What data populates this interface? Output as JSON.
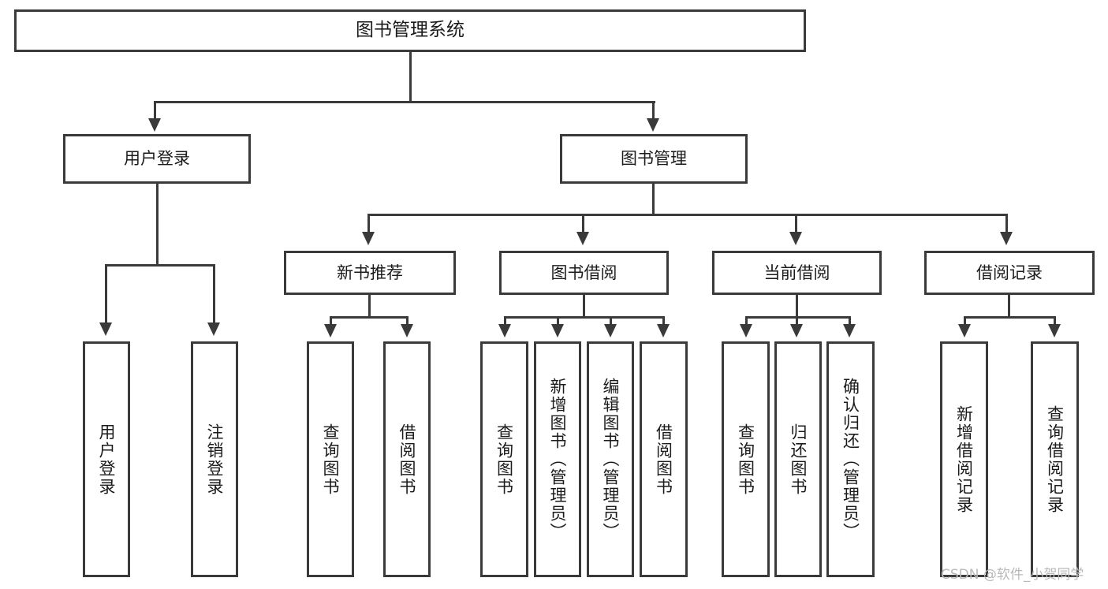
{
  "diagram": {
    "type": "tree-hierarchy",
    "title": "图书管理系统",
    "root": {
      "label": "图书管理系统"
    },
    "level2": [
      {
        "id": "user-login",
        "label": "用户登录"
      },
      {
        "id": "book-management",
        "label": "图书管理"
      }
    ],
    "level3": [
      {
        "id": "new-book-recommend",
        "label": "新书推荐"
      },
      {
        "id": "book-borrow",
        "label": "图书借阅"
      },
      {
        "id": "current-borrow",
        "label": "当前借阅"
      },
      {
        "id": "borrow-record",
        "label": "借阅记录"
      }
    ],
    "leaves": [
      {
        "id": "leaf-user-login",
        "parent": "user-login",
        "label": "用户登录"
      },
      {
        "id": "leaf-logout-login",
        "parent": "user-login",
        "label": "注销登录"
      },
      {
        "id": "leaf-query-book-1",
        "parent": "new-book-recommend",
        "label": "查询图书"
      },
      {
        "id": "leaf-borrow-book-1",
        "parent": "new-book-recommend",
        "label": "借阅图书"
      },
      {
        "id": "leaf-query-book-2",
        "parent": "book-borrow",
        "label": "查询图书"
      },
      {
        "id": "leaf-add-book",
        "parent": "book-borrow",
        "label": "新增图书（管理员）"
      },
      {
        "id": "leaf-edit-book",
        "parent": "book-borrow",
        "label": "编辑图书（管理员）"
      },
      {
        "id": "leaf-borrow-book-2",
        "parent": "book-borrow",
        "label": "借阅图书"
      },
      {
        "id": "leaf-query-book-3",
        "parent": "current-borrow",
        "label": "查询图书"
      },
      {
        "id": "leaf-return-book",
        "parent": "current-borrow",
        "label": "归还图书"
      },
      {
        "id": "leaf-confirm-return",
        "parent": "current-borrow",
        "label": "确认归还（管理员）"
      },
      {
        "id": "leaf-add-record",
        "parent": "borrow-record",
        "label": "新增借阅记录"
      },
      {
        "id": "leaf-query-record",
        "parent": "borrow-record",
        "label": "查询借阅记录"
      }
    ]
  },
  "watermark": {
    "text": "CSDN @软件_小贺同学"
  },
  "colors": {
    "stroke": "#3a3a3a",
    "text": "#1b1b1b",
    "background": "#ffffff",
    "watermark": "#b9b9b9"
  }
}
